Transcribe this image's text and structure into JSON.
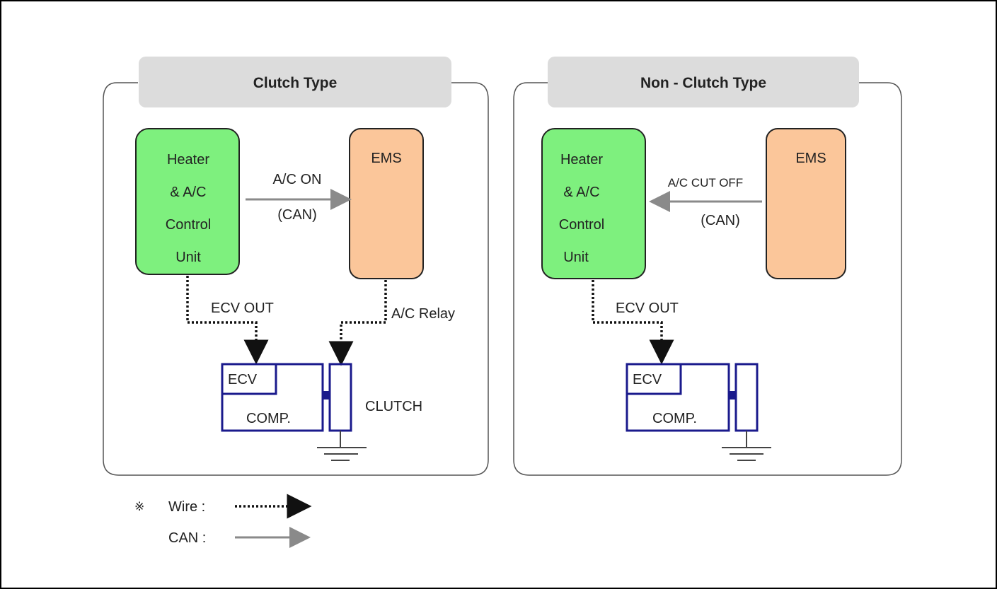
{
  "clutch": {
    "title": "Clutch Type",
    "controller": [
      "Heater",
      "& A/C",
      "Control",
      "Unit"
    ],
    "ems": "EMS",
    "can_signal": "A/C ON",
    "can_tag": "(CAN)",
    "ecv_out": "ECV OUT",
    "relay": "A/C Relay",
    "ecv": "ECV",
    "comp": "COMP.",
    "clutch_label": "CLUTCH"
  },
  "nonclutch": {
    "title": "Non - Clutch Type",
    "controller": [
      "Heater",
      "& A/C",
      "Control",
      "Unit"
    ],
    "ems": "EMS",
    "can_signal": "A/C CUT OFF",
    "can_tag": "(CAN)",
    "ecv_out": "ECV OUT",
    "ecv": "ECV",
    "comp": "COMP."
  },
  "legend": {
    "mark": "※",
    "wire": "Wire :",
    "can": "CAN :"
  },
  "colors": {
    "controller_fill": "#7ef07e",
    "ems_fill": "#fbc69a",
    "header_fill": "#dcdcdc",
    "component_stroke": "#1a1a8c",
    "can_arrow": "#8a8a8a"
  }
}
